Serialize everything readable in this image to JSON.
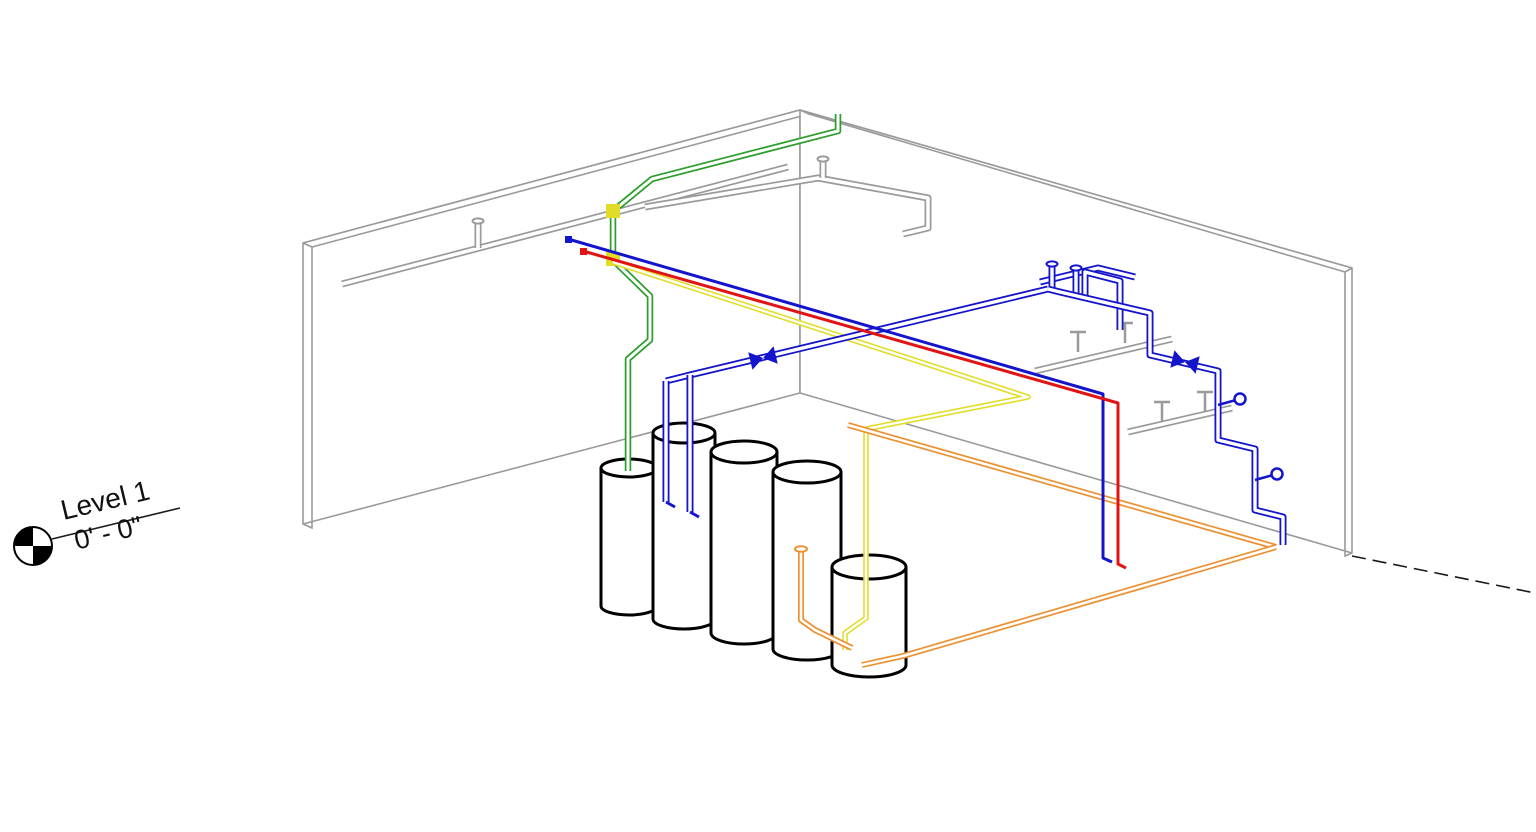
{
  "view": {
    "description": "3D isometric MEP piping view of a mechanical room",
    "background": "#ffffff"
  },
  "annotations": {
    "level": {
      "name": "Level 1",
      "elevation": "0' - 0\""
    }
  },
  "colors": {
    "background": "#ffffff",
    "wall_outline": "#9a9a9a",
    "gray_pipe": "#9a9a9a",
    "green_pipe": "#2e9e2e",
    "yellow_pipe": "#e3dc26",
    "blue_pipe": "#1414cc",
    "red_pipe": "#e01414",
    "orange_pipe": "#ec9133",
    "tank_outline": "#000000",
    "annotation": "#111111"
  },
  "equipment": {
    "tank_count": 5
  },
  "systems": [
    {
      "name": "green-piping"
    },
    {
      "name": "yellow-piping"
    },
    {
      "name": "blue-piping"
    },
    {
      "name": "red-piping"
    },
    {
      "name": "orange-piping"
    },
    {
      "name": "gray-piping"
    }
  ]
}
